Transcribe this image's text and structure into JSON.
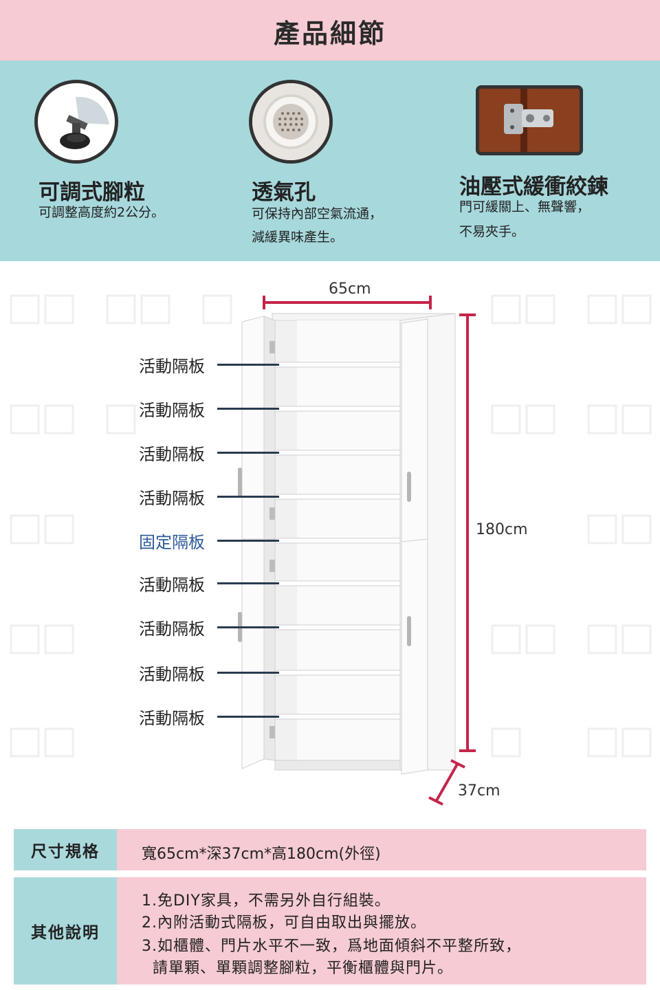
{
  "header": {
    "title": "產品細節"
  },
  "features": [
    {
      "title": "可調式腳粒",
      "desc": [
        "可調整高度約2公分。"
      ]
    },
    {
      "title": "透氣孔",
      "desc": [
        "可保持內部空氣流通，",
        "減緩異味產生。"
      ]
    },
    {
      "title": "油壓式緩衝絞鍊",
      "desc": [
        "門可緩關上、無聲響，",
        "不易夾手。"
      ]
    }
  ],
  "diagram": {
    "shelves": [
      {
        "label": "活動隔板",
        "type": "movable"
      },
      {
        "label": "活動隔板",
        "type": "movable"
      },
      {
        "label": "活動隔板",
        "type": "movable"
      },
      {
        "label": "活動隔板",
        "type": "movable"
      },
      {
        "label": "固定隔板",
        "type": "fixed"
      },
      {
        "label": "活動隔板",
        "type": "movable"
      },
      {
        "label": "活動隔板",
        "type": "movable"
      },
      {
        "label": "活動隔板",
        "type": "movable"
      },
      {
        "label": "活動隔板",
        "type": "movable"
      }
    ],
    "width": "65cm",
    "height": "180cm",
    "depth": "37cm",
    "accent_color": "#c4254a",
    "fixed_label_color": "#2b5a99"
  },
  "specs": {
    "size_label": "尺寸規格",
    "size_value": "寬65cm*深37cm*高180cm(外徑)",
    "notes_label": "其他說明",
    "notes": [
      "1.免DIY家具，不需另外自行組裝。",
      "2.內附活動式隔板，可自由取出與擺放。",
      "3.如櫃體、門片水平不一致，爲地面傾斜不平整所致，",
      "  請單顆、單顆調整腳粒，平衡櫃體與門片。"
    ]
  },
  "colors": {
    "pink": "#f6cbd3",
    "teal": "#a7d8dc"
  }
}
